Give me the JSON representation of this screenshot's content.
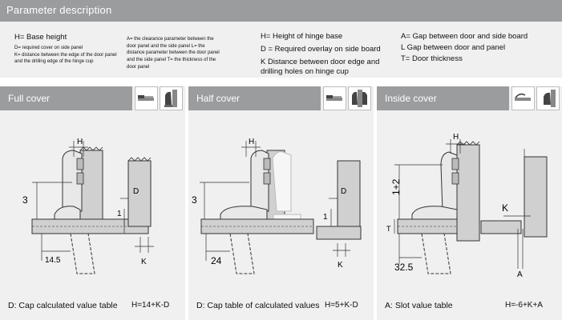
{
  "header": {
    "title": "Parameter description"
  },
  "params": {
    "col1": [
      "H= Base height",
      "D= required cover on side panel",
      "K= distance between the edge of the door panel and the drilling edge of the hinge cup"
    ],
    "col2": [
      "A= the clearance parameter between the door panel and the side panel L= the distance parameter between the door panel and the side panel T= the thickness of the door panel"
    ],
    "col3": [
      "H= Height of hinge base",
      "D = Required overlay on side board",
      "K Distance between door edge and drilling holes on hinge cup"
    ],
    "col4": [
      "A= Gap between door and side board",
      "L Gap between door and panel",
      "T= Door thickness"
    ]
  },
  "panels": [
    {
      "title": "Full cover",
      "labels": {
        "h": "H",
        "vertical": "3",
        "horizontal": "14.5",
        "d": "D",
        "one": "1",
        "k": "K"
      },
      "footer": "D: Cap calculated value table",
      "formula": "H=14+K-D"
    },
    {
      "title": "Half cover",
      "labels": {
        "h": "H",
        "vertical": "3",
        "horizontal": "24",
        "d": "D",
        "one": "1",
        "k": "K"
      },
      "footer": "D: Cap table of calculated values",
      "formula": "H=5+K-D"
    },
    {
      "title": "Inside cover",
      "labels": {
        "h": "H",
        "vertical": "1+2",
        "t": "T",
        "horizontal": "32.5",
        "k": "K",
        "a": "A"
      },
      "footer": "A: Slot value table",
      "formula": "H=-6+K+A"
    }
  ]
}
